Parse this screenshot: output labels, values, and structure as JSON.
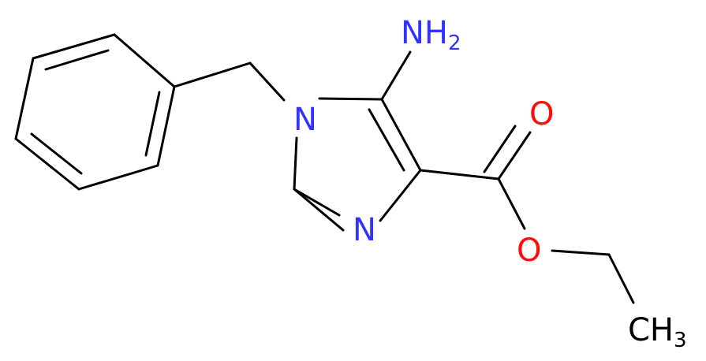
{
  "atoms": {
    "nh2": {
      "main": "NH",
      "sub": "2"
    },
    "n1": "N",
    "n3": "N",
    "o_carbonyl": "O",
    "o_ester": "O",
    "ch3": {
      "main": "CH",
      "sub": "3"
    }
  },
  "colors": {
    "bond": "#000000",
    "nitrogen": "#3333ff",
    "oxygen": "#ff0d0d",
    "carbon": "#000000"
  }
}
